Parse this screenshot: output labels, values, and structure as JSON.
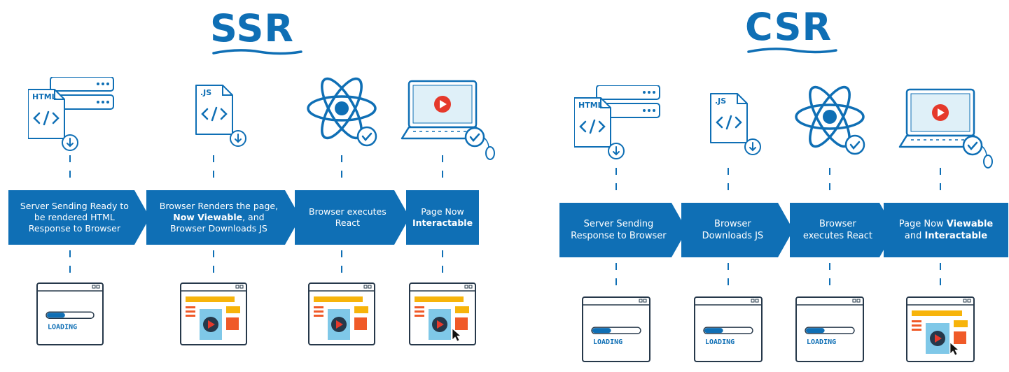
{
  "colors": {
    "primary": "#0f6fb5",
    "banner": "#0f6fb5",
    "yellow": "#f7b40b",
    "orange": "#f05a28",
    "lightblue": "#7fc8e8",
    "red": "#e5392b",
    "dark": "#26384a"
  },
  "ssr": {
    "title": "SSR",
    "steps": [
      {
        "icon": "html-file-server-icon",
        "file_label": "HTML",
        "text_parts": [
          {
            "t": "Server Sending Ready to be rendered HTML Response to Browser",
            "b": false
          }
        ],
        "browser_state": "loading",
        "loading_label": "LOADING"
      },
      {
        "icon": "js-file-icon",
        "file_label": ".JS",
        "text_parts": [
          {
            "t": "Browser Renders the page, ",
            "b": false
          },
          {
            "t": "Now Viewable",
            "b": true
          },
          {
            "t": ", and Browser Downloads JS",
            "b": false
          }
        ],
        "browser_state": "viewable"
      },
      {
        "icon": "react-atom-icon",
        "text_parts": [
          {
            "t": "Browser executes React",
            "b": false
          }
        ],
        "browser_state": "viewable"
      },
      {
        "icon": "laptop-play-icon",
        "text_parts": [
          {
            "t": "Page Now ",
            "b": false
          },
          {
            "t": "Interactable",
            "b": true
          }
        ],
        "browser_state": "interactable"
      }
    ]
  },
  "csr": {
    "title": "CSR",
    "steps": [
      {
        "icon": "html-file-server-icon",
        "file_label": "HTML",
        "text_parts": [
          {
            "t": "Server Sending Response to Browser",
            "b": false
          }
        ],
        "browser_state": "loading",
        "loading_label": "LOADING"
      },
      {
        "icon": "js-file-icon",
        "file_label": ".JS",
        "text_parts": [
          {
            "t": "Browser Downloads JS",
            "b": false
          }
        ],
        "browser_state": "loading",
        "loading_label": "LOADING"
      },
      {
        "icon": "react-atom-icon",
        "text_parts": [
          {
            "t": "Browser executes React",
            "b": false
          }
        ],
        "browser_state": "loading",
        "loading_label": "LOADING"
      },
      {
        "icon": "laptop-play-icon",
        "text_parts": [
          {
            "t": "Page Now ",
            "b": false
          },
          {
            "t": "Viewable",
            "b": true
          },
          {
            "t": " and ",
            "b": false
          },
          {
            "t": "Interactable",
            "b": true
          }
        ],
        "browser_state": "interactable"
      }
    ]
  }
}
